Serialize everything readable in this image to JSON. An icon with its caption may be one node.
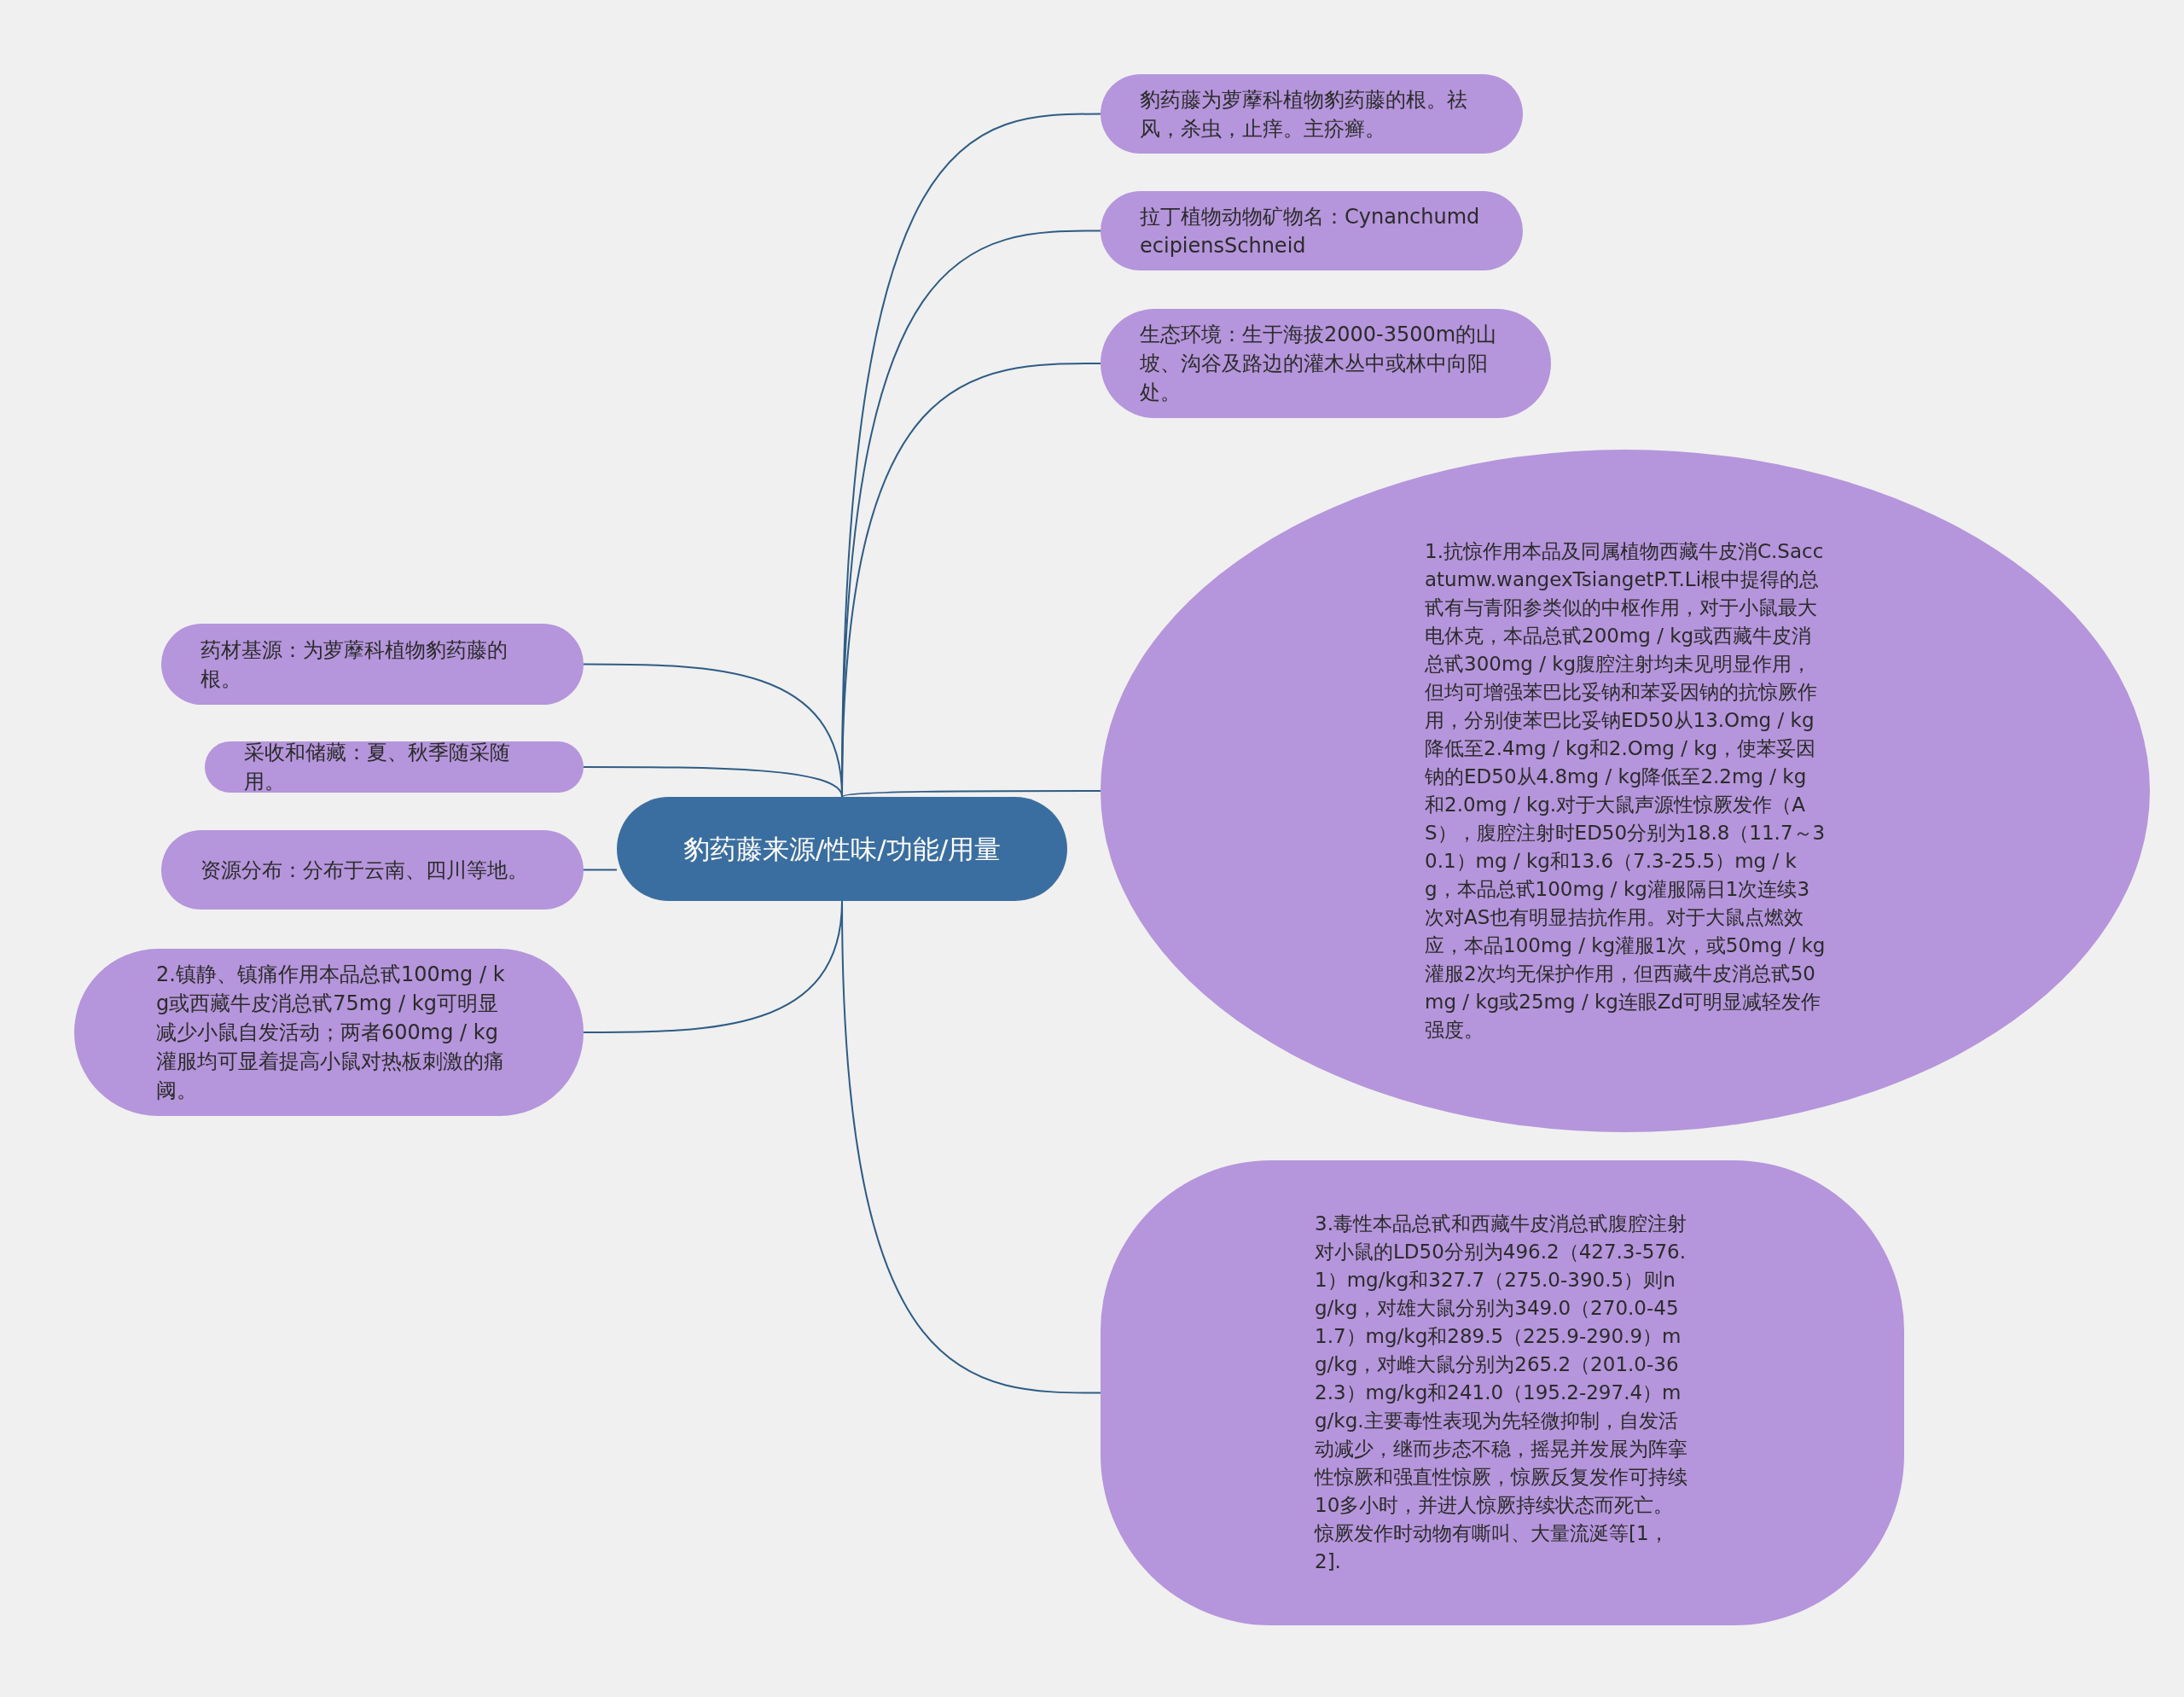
{
  "diagram": {
    "nodes": [
      {
        "text": [
          "豹药藤来源/性味/功能/用量"
        ]
      },
      {
        "text": [
          "豹药藤为萝藦科植物豹药藤的根。祛风，杀虫，止痒。主疥癣。"
        ]
      },
      {
        "text": [
          "拉丁植物动物矿物名：CynanchumdecipiensSchneid"
        ]
      },
      {
        "text": [
          "生态环境：生于海拔2000-3500m的山坡、沟谷及路边的灌木丛中或林中向阳处。"
        ]
      },
      {
        "text": [
          "1.抗惊作用本品及同属植物西藏牛皮消C.Saccatumw.wangexTsiangetP.T.Li根中提得的总甙有与青阳参类似的中枢作用，对于小鼠最大电休克，本品总甙200mg / kg或西藏牛皮消总甙300mg / kg腹腔注射均未见明显作用，但均可增强苯巴比妥钠和苯妥因钠的抗惊厥作用，分别使苯巴比妥钠ED50从13.Omg / kg降低至2.4mg / kg和2.Omg / kg，使苯妥因钠的ED50从4.8mg / kg降低至2.2mg / kg和2.0mg / kg.对于大鼠声源性惊厥发作（AS），腹腔注射时ED50分别为18.8（11.7～30.1）mg / kg和13.6（7.3-25.5）mg / kg，本品总甙100mg / kg灌服隔日1次连续3次对AS也有明显拮抗作用。对于大鼠点燃效应，本品100mg / kg灌服1次，或50mg / kg灌服2次均无保护作用，但西藏牛皮消总甙50mg / kg或25mg / kg连眼Zd可明显减轻发作强度。"
        ]
      },
      {
        "text": [
          "3.毒性本品总甙和西藏牛皮消总甙腹腔注射对小鼠的LD50分别为496.2（427.3-576.1）mg/kg和327.7（275.0-390.5）则ng/kg，对雄大鼠分别为349.0（270.0-451.7）mg/kg和289.5（225.9-290.9）mg/kg，对雌大鼠分别为265.2（201.0-362.3）mg/kg和241.0（195.2-297.4）mg/kg.主要毒性表现为先轻微抑制，自发活动减少，继而步态不稳，摇晃并发展为阵挛性惊厥和强直性惊厥，惊厥反复发作可持续10多小时，并进人惊厥持续状态而死亡。惊厥发作时动物有嘶叫、大量流涎等[1，2]."
        ]
      },
      {
        "text": [
          "药材基源：为萝藦科植物豹药藤的根。"
        ]
      },
      {
        "text": [
          "采收和储藏：夏、秋季随采随用。"
        ]
      },
      {
        "text": [
          "资源分布：分布于云南、四川等地。"
        ]
      },
      {
        "text": [
          "2.镇静、镇痛作用本品总甙100mg / kg或西藏牛皮消总甙75mg / kg可明显减少小鼠自发活动；两者600mg / kg灌服均可显着提高小鼠对热板刺激的痛阈。"
        ]
      }
    ],
    "edges": [
      {
        "from": 0,
        "to": 1,
        "arrow": "none"
      },
      {
        "from": 0,
        "to": 2,
        "arrow": "none"
      },
      {
        "from": 0,
        "to": 3,
        "arrow": "none"
      },
      {
        "from": 0,
        "to": 4,
        "arrow": "none"
      },
      {
        "from": 0,
        "to": 5,
        "arrow": "none"
      },
      {
        "from": 0,
        "to": 6,
        "arrow": "none"
      },
      {
        "from": 0,
        "to": 7,
        "arrow": "none"
      },
      {
        "from": 0,
        "to": 8,
        "arrow": "none"
      },
      {
        "from": 0,
        "to": 9,
        "arrow": "none"
      }
    ]
  }
}
